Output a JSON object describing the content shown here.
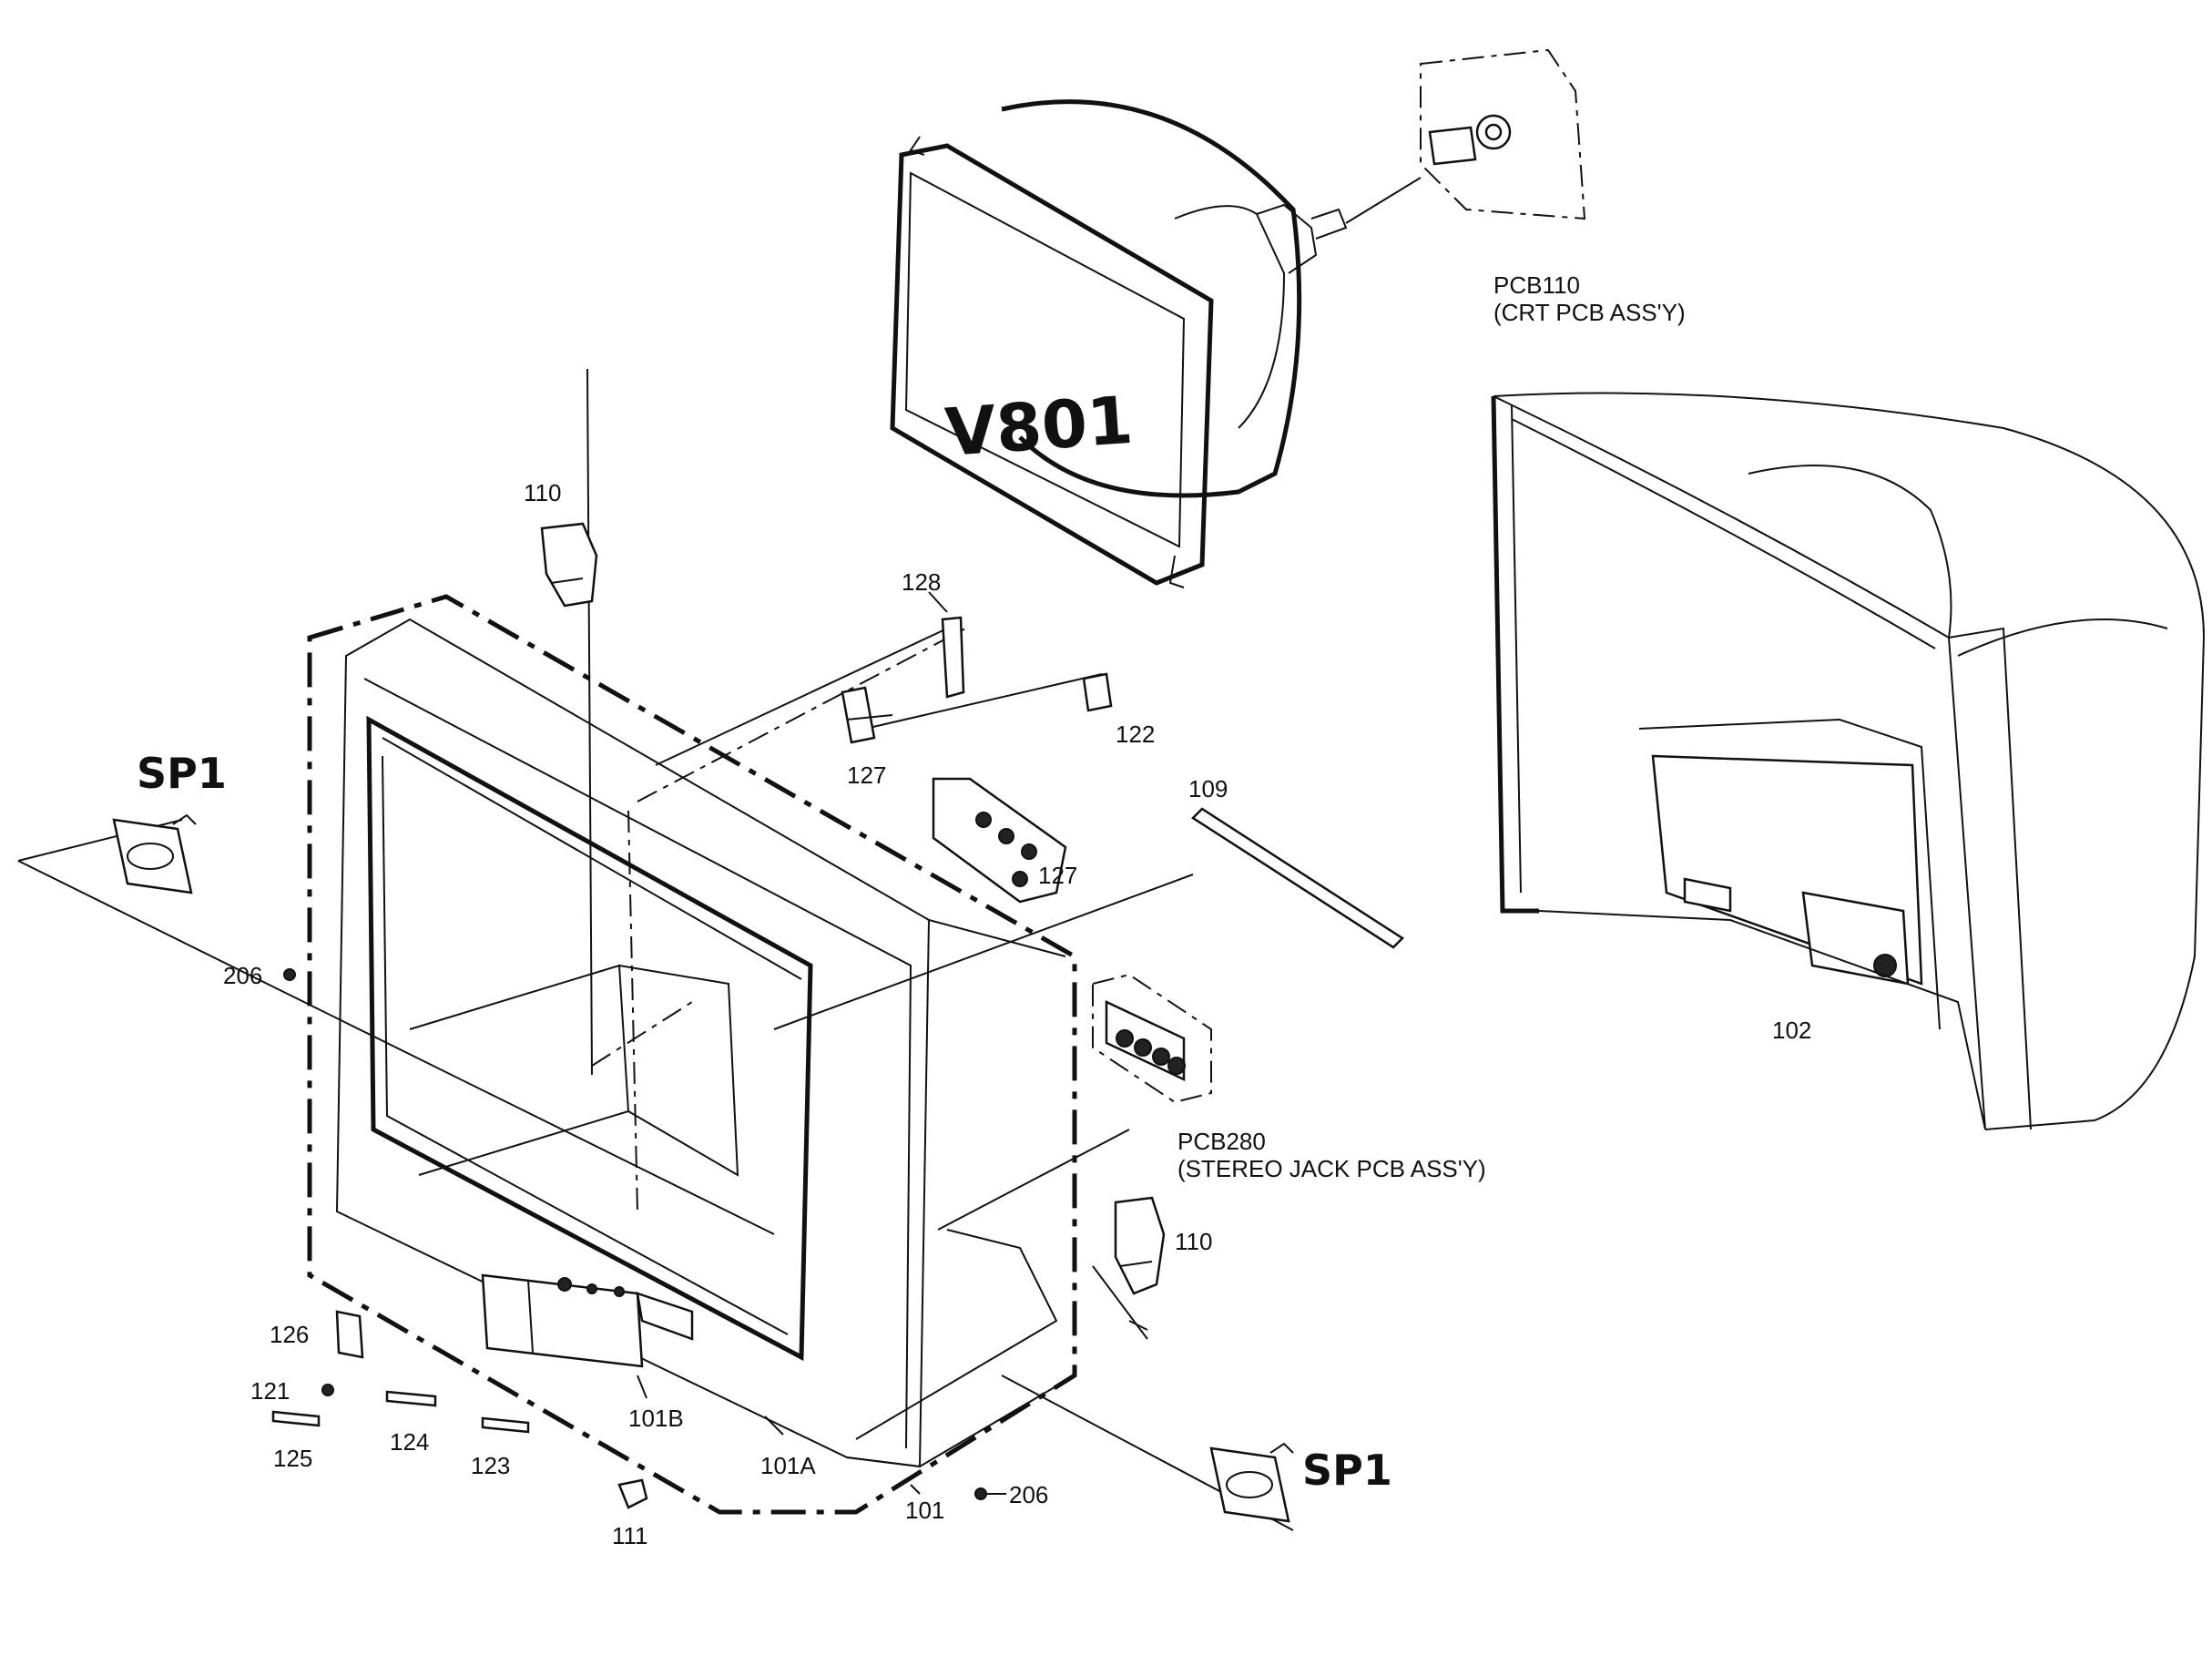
{
  "diagram": {
    "colors": {
      "ink": "#111111",
      "paper": "#ffffff"
    },
    "handwritten": {
      "v801": "V801",
      "sp1_left": "SP1",
      "sp1_right": "SP1"
    },
    "labels": {
      "pcb110": "PCB110",
      "pcb110_desc": "(CRT PCB ASS'Y)",
      "pcb280": "PCB280",
      "pcb280_desc": "(STEREO JACK PCB ASS'Y)",
      "p102": "102",
      "p110_top": "110",
      "p110_right": "110",
      "p128": "128",
      "p122": "122",
      "p127_upper": "127",
      "p127_lower": "127",
      "p109": "109",
      "p206_left": "206",
      "p206_bottom": "206",
      "p126": "126",
      "p121": "121",
      "p125": "125",
      "p124": "124",
      "p123": "123",
      "p101b": "101B",
      "p101a": "101A",
      "p101": "101",
      "p111": "111"
    }
  }
}
